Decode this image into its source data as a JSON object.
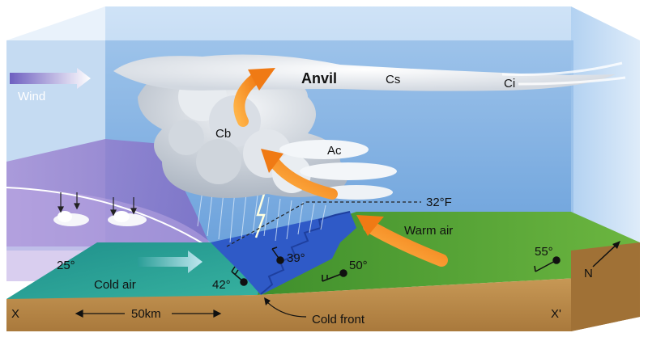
{
  "colors": {
    "sky_top": "#bcd8f4",
    "sky_bottom": "#6aa2dc",
    "ground_soil": "#b98a4a",
    "cold_air_surface": "#2aa39a",
    "warm_air_surface": "#5aa83a",
    "cold_front": "#2b55c4",
    "arrow_warm": "#f58a1e",
    "cold_mass": "#9b86d0"
  },
  "labels": {
    "wind": "Wind",
    "anvil": "Anvil",
    "cs": "Cs",
    "ci": "Ci",
    "cb": "Cb",
    "ac": "Ac",
    "freezing": "32°F",
    "warm_air": "Warm air",
    "cold_air": "Cold air",
    "cold_front": "Cold front",
    "distance": "50km",
    "north": "N",
    "x_start": "X",
    "x_end": "X'"
  },
  "temperatures": {
    "t25": "25°",
    "t42": "42°",
    "t39": "39°",
    "t50": "50°",
    "t55": "55°"
  }
}
